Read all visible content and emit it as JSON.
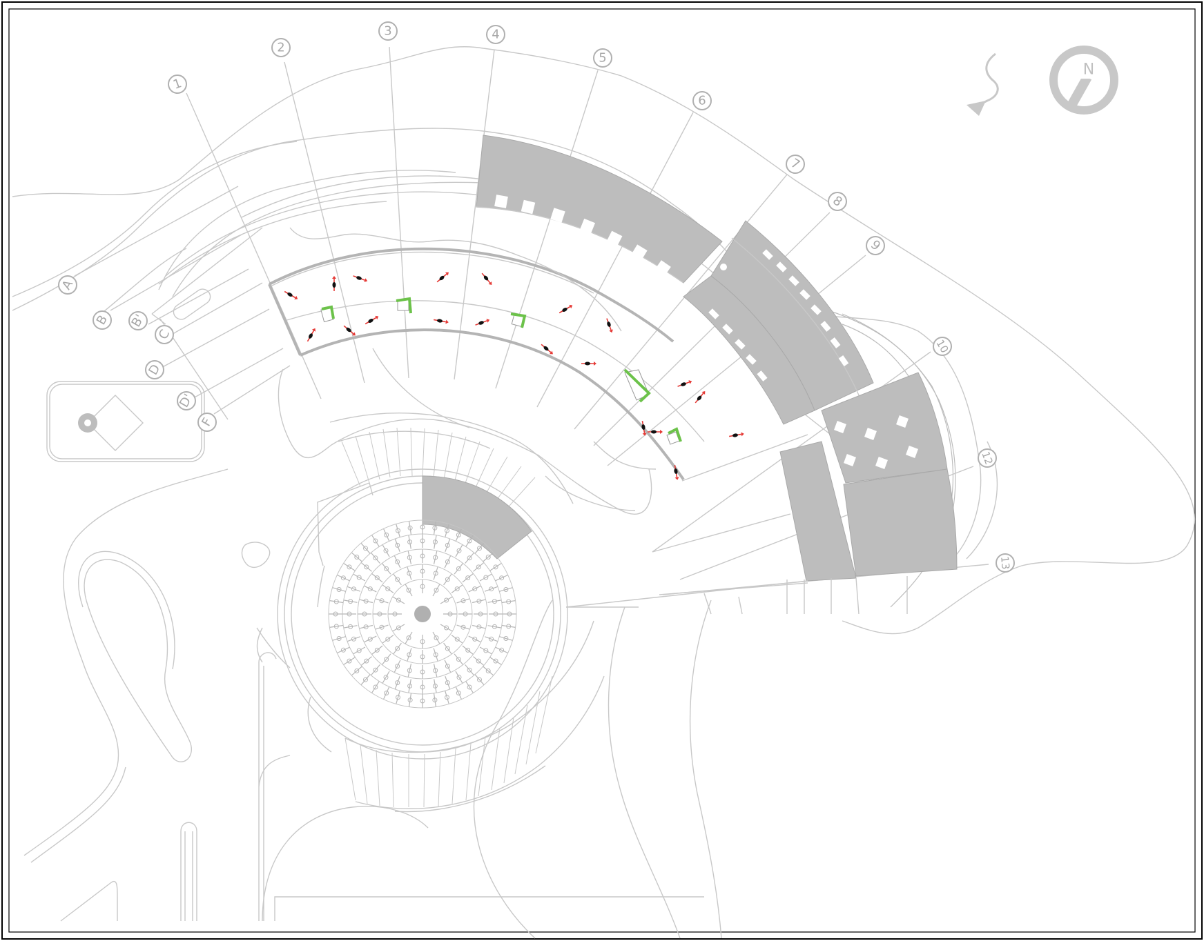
{
  "drawing": {
    "numbered_grid_labels": [
      "1",
      "2",
      "3",
      "4",
      "5",
      "6",
      "7",
      "8",
      "9",
      "10",
      "12",
      "13"
    ],
    "lettered_grid_labels": [
      "A",
      "B",
      "B'",
      "C",
      "D",
      "D'",
      "F"
    ],
    "north_arrow_letter": "N",
    "colors": {
      "linework": "#c8c8c8",
      "hatch": "#bdbdbd",
      "frame": "#000000",
      "highlight": "#6cc24a",
      "marker": "#e53935"
    }
  }
}
